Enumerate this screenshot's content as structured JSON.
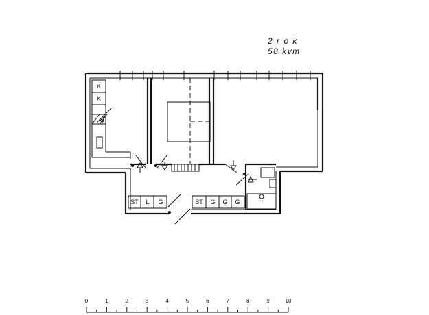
{
  "plan": {
    "rooms": "2 r o k",
    "area": "58 kvm"
  },
  "kitchen_cabinets": [
    "K",
    "K"
  ],
  "closet_left": [
    "ST",
    "L",
    "G"
  ],
  "closet_right": [
    "ST",
    "G",
    "G",
    "G"
  ],
  "scale": {
    "ticks": [
      "0",
      "1",
      "2",
      "3",
      "4",
      "5",
      "6",
      "7",
      "8",
      "9",
      "10"
    ]
  }
}
